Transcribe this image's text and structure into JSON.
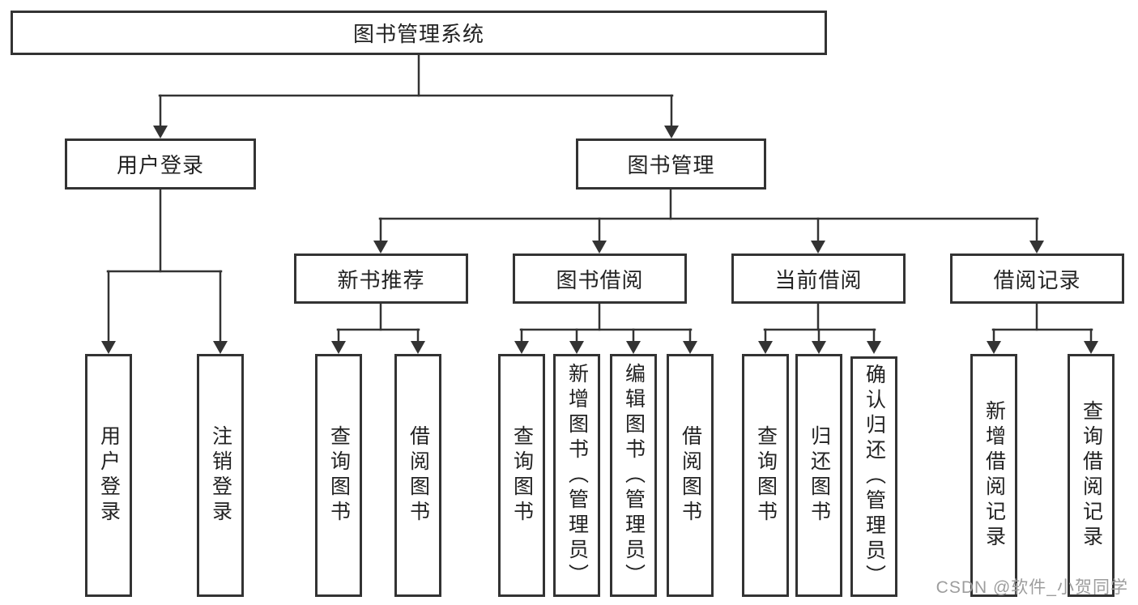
{
  "colors": {
    "line": "#333333",
    "box_border": "#333333",
    "text": "#222222",
    "background": "#ffffff",
    "watermark": "#9d9d9d"
  },
  "tree": {
    "root": {
      "label": "图书管理系统"
    },
    "branches": [
      {
        "label": "用户登录",
        "leaves": [
          {
            "label": "用户登录"
          },
          {
            "label": "注销登录"
          }
        ]
      },
      {
        "label": "图书管理",
        "groups": [
          {
            "label": "新书推荐",
            "leaves": [
              {
                "label": "查询图书"
              },
              {
                "label": "借阅图书"
              }
            ]
          },
          {
            "label": "图书借阅",
            "leaves": [
              {
                "label": "查询图书"
              },
              {
                "label": "新增图书（管理员）"
              },
              {
                "label": "编辑图书（管理员）"
              },
              {
                "label": "借阅图书"
              }
            ]
          },
          {
            "label": "当前借阅",
            "leaves": [
              {
                "label": "查询图书"
              },
              {
                "label": "归还图书"
              },
              {
                "label": "确认归还（管理员）"
              }
            ]
          },
          {
            "label": "借阅记录",
            "leaves": [
              {
                "label": "新增借阅记录"
              },
              {
                "label": "查询借阅记录"
              }
            ]
          }
        ]
      }
    ]
  },
  "watermark": {
    "text": "CSDN @软件_小贺同学"
  }
}
